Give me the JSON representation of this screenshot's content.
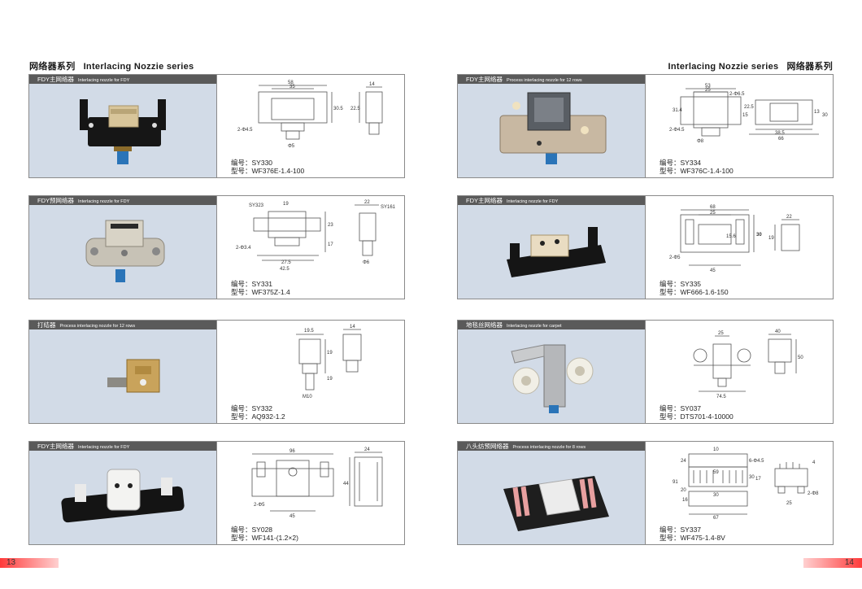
{
  "header": {
    "left_zh": "网络器系列",
    "left_en": "Interlacing Nozzie series",
    "right_en": "Interlacing Nozzie series",
    "right_zh": "网络器系列"
  },
  "pages": {
    "left": "13",
    "right": "14"
  },
  "cards": [
    {
      "title_zh": "FDY主网络器",
      "title_en": "Interlacing nozzle for FDY",
      "code": "编号：SY330",
      "model": "型号：WF376E-1.4-100",
      "dims": [
        "58",
        "35",
        "30.5",
        "14",
        "22.5",
        "2-Φ4.5",
        "Φ5"
      ]
    },
    {
      "title_zh": "FDY预网络器",
      "title_en": "Interlacing nozzle for FDY",
      "code": "编号：SY331",
      "model": "型号：WF375Z-1.4",
      "dims": [
        "SY323",
        "19",
        "22",
        "SY161",
        "23",
        "17",
        "2-Φ3.4",
        "27.5",
        "42.5",
        "Φ6"
      ]
    },
    {
      "title_zh": "打结器",
      "title_en": "Process interlacing nozzle for 12 rows",
      "code": "编号：SY332",
      "model": "型号：AQ932-1.2",
      "dims": [
        "19.5",
        "14",
        "19",
        "19",
        "M10"
      ]
    },
    {
      "title_zh": "FDY主网络器",
      "title_en": "Interlacing nozzle for FDY",
      "code": "编号：SY028",
      "model": "型号：WF141-(1.2×2)",
      "dims": [
        "96",
        "24",
        "44",
        "2-Φ5",
        "45"
      ]
    },
    {
      "title_zh": "FDY主网络器",
      "title_en": "Process interlacing nozzle for 12 rows",
      "code": "编号：SY334",
      "model": "型号：WF376C-1.4-100",
      "dims": [
        "53",
        "25",
        "2-Φ6.5",
        "31.4",
        "15",
        "22.5",
        "2-Φ4.5",
        "Φ8",
        "13",
        "30",
        "38.5",
        "66"
      ]
    },
    {
      "title_zh": "FDY主网络器",
      "title_en": "Interlacing nozzle for FDY",
      "code": "编号：SY335",
      "model": "型号：WF666-1.6-150",
      "dims": [
        "68",
        "25",
        "15.6",
        "30",
        "2-Φ5",
        "45",
        "22",
        "19"
      ]
    },
    {
      "title_zh": "地毯丝网络器",
      "title_en": "Interlacing nozzle for carpet",
      "code": "编号：SY037",
      "model": "型号：DTS701-4-10000",
      "dims": [
        "25",
        "40",
        "50",
        "74.5"
      ]
    },
    {
      "title_zh": "八头纺预网络器",
      "title_en": "Process interlacing nozzle for 8 rows",
      "code": "编号：SY337",
      "model": "型号：WF475-1.4-8V",
      "dims": [
        "10",
        "24",
        "6-Φ4.5",
        "59",
        "91",
        "30",
        "20",
        "16",
        "17",
        "30",
        "67",
        "25",
        "2-Φ8",
        "4"
      ]
    }
  ]
}
